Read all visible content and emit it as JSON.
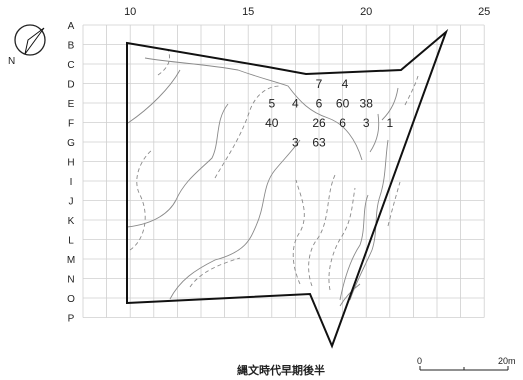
{
  "title": "縄文時代早期後半",
  "north_label": "N",
  "columns": [
    {
      "label": "10",
      "col": 10
    },
    {
      "label": "15",
      "col": 15
    },
    {
      "label": "20",
      "col": 20
    },
    {
      "label": "25",
      "col": 25
    }
  ],
  "rows": [
    "A",
    "B",
    "C",
    "D",
    "E",
    "F",
    "G",
    "H",
    "I",
    "J",
    "K",
    "L",
    "M",
    "N",
    "O",
    "P"
  ],
  "values": [
    {
      "text": "7",
      "col": 18,
      "row": "D"
    },
    {
      "text": "4",
      "col": 19.1,
      "row": "D"
    },
    {
      "text": "5",
      "col": 16,
      "row": "E"
    },
    {
      "text": "4",
      "col": 17,
      "row": "E"
    },
    {
      "text": "6",
      "col": 18,
      "row": "E"
    },
    {
      "text": "60",
      "col": 19,
      "row": "E"
    },
    {
      "text": "38",
      "col": 20,
      "row": "E"
    },
    {
      "text": "40",
      "col": 16,
      "row": "F"
    },
    {
      "text": "26",
      "col": 18,
      "row": "F"
    },
    {
      "text": "6",
      "col": 19,
      "row": "F"
    },
    {
      "text": "3",
      "col": 20,
      "row": "F"
    },
    {
      "text": "1",
      "col": 21,
      "row": "F"
    },
    {
      "text": "3",
      "col": 17,
      "row": "G"
    },
    {
      "text": "63",
      "col": 18,
      "row": "G"
    }
  ],
  "scale": {
    "start": "0",
    "end": "20m"
  }
}
